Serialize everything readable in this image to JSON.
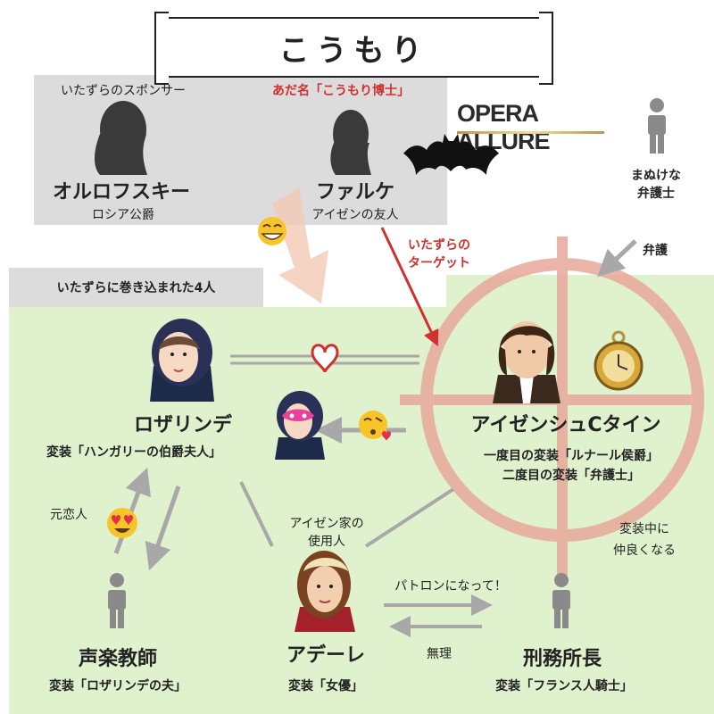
{
  "title": "こうもり",
  "brand": "OPERA ALLURE",
  "tab_label": "いたずらに巻き込まれた4人",
  "orlofsky": {
    "role": "いたずらのスポンサー",
    "name": "オルロフスキー",
    "sub": "ロシア公爵"
  },
  "falke": {
    "role": "あだ名「こうもり博士」",
    "name": "ファルケ",
    "sub": "アイゼンの友人"
  },
  "lawyer": {
    "name_line1": "まぬけな",
    "name_line2": "弁護士"
  },
  "lawyer_arrow_label": "弁護",
  "prank_target": {
    "line1": "いたずらの",
    "line2": "ターゲット"
  },
  "rosalinde": {
    "name": "ロザリンデ",
    "sub": "変装「ハンガリーの伯爵夫人」"
  },
  "eisenstein": {
    "name": "アイゼンシュCタイン",
    "sub1": "一度目の変装「ルナール侯爵」",
    "sub2": "二度目の変装「弁護士」"
  },
  "ex_lover_label": "元恋人",
  "servant_label": {
    "line1": "アイゼン家の",
    "line2": "使用人"
  },
  "teacher": {
    "name": "声楽教師",
    "sub": "変装「ロザリンデの夫」"
  },
  "adele": {
    "name": "アデーレ",
    "sub": "変装「女優」"
  },
  "warden": {
    "name": "刑務所長",
    "sub": "変装「フランス人騎士」"
  },
  "patron_label": "パトロンになって！",
  "refuse_label": "無理",
  "friendly_label": {
    "line1": "変装中に",
    "line2": "仲良くなる"
  },
  "colors": {
    "accent_red": "#d0312d",
    "green_bg": "#dff2cd",
    "gray_panel": "#dcdcdc",
    "target_pink": "#e8a79a",
    "arrow_gray": "#a8a8a8"
  }
}
